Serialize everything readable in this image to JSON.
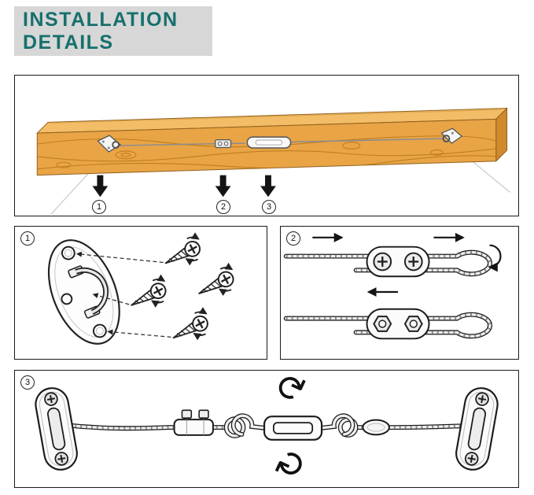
{
  "header": {
    "title_line1": "INSTALLATION",
    "title_line2": "DETAILS"
  },
  "colors": {
    "accent_teal": "#16706d",
    "title_bg": "#d7d7d7",
    "wood": "#e9a446",
    "outline": "#1a1a1a"
  },
  "overview": {
    "callouts": [
      "1",
      "2",
      "3"
    ]
  },
  "steps": [
    {
      "num": "1"
    },
    {
      "num": "2"
    },
    {
      "num": "3"
    }
  ],
  "icons": {
    "rotate": "↻"
  }
}
